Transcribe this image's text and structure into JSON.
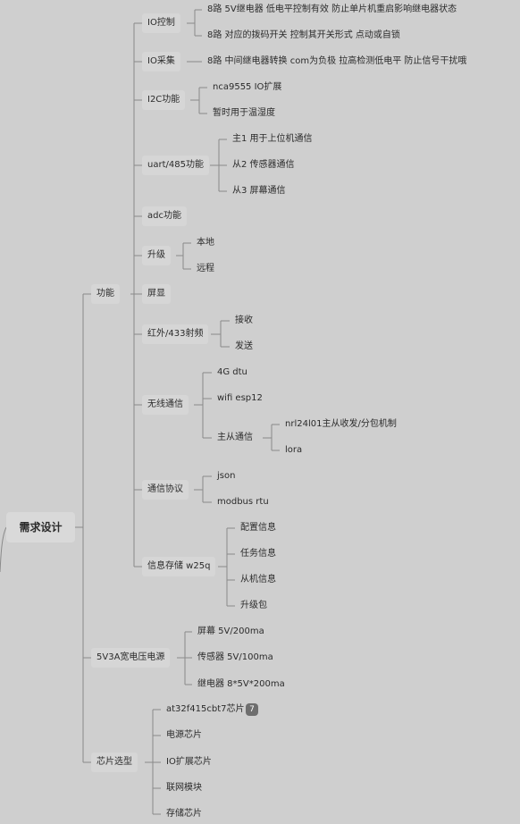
{
  "root": {
    "label": "需求设计"
  },
  "nodes": {
    "func": "功能",
    "io_ctrl": "IO控制",
    "io_ctrl_1": "8路 5V继电器 低电平控制有效 防止单片机重启影响继电器状态",
    "io_ctrl_2": "8路 对应的拨码开关 控制其开关形式 点动或自锁",
    "io_acq": "IO采集",
    "io_acq_1": "8路 中间继电器转换 com为负极  拉高检测低电平 防止信号干扰哦",
    "i2c": "I2C功能",
    "i2c_1": "nca9555  IO扩展",
    "i2c_2": "暂时用于温湿度",
    "uart": "uart/485功能",
    "uart_1": "主1 用于上位机通信",
    "uart_2": "从2 传感器通信",
    "uart_3": "从3 屏幕通信",
    "adc": "adc功能",
    "upgrade": "升级",
    "upgrade_1": "本地",
    "upgrade_2": "远程",
    "screen": "屏显",
    "ir": "红外/433射频",
    "ir_1": "接收",
    "ir_2": "发送",
    "wireless": "无线通信",
    "wireless_1": "4G dtu",
    "wireless_2": "wifi esp12",
    "wireless_3": "主从通信",
    "wireless_3_1": "nrl24l01主从收发/分包机制",
    "wireless_3_2": "lora",
    "protocol": "通信协议",
    "protocol_1": "json",
    "protocol_2": "modbus rtu",
    "storage": "信息存储 w25q",
    "storage_1": "配置信息",
    "storage_2": "任务信息",
    "storage_3": "从机信息",
    "storage_4": "升级包",
    "power": "5V3A宽电压电源",
    "power_1": "屏幕 5V/200ma",
    "power_2": "传感器 5V/100ma",
    "power_3": "继电器 8*5V*200ma",
    "chip": "芯片选型",
    "chip_1": "at32f415cbt7芯片",
    "chip_2": "电源芯片",
    "chip_3": "IO扩展芯片",
    "chip_4": "联网模块",
    "chip_5": "存储芯片"
  },
  "badge": {
    "value": "7"
  },
  "colors": {
    "line": "#8a8a8a",
    "background": "#cfcfcf"
  }
}
